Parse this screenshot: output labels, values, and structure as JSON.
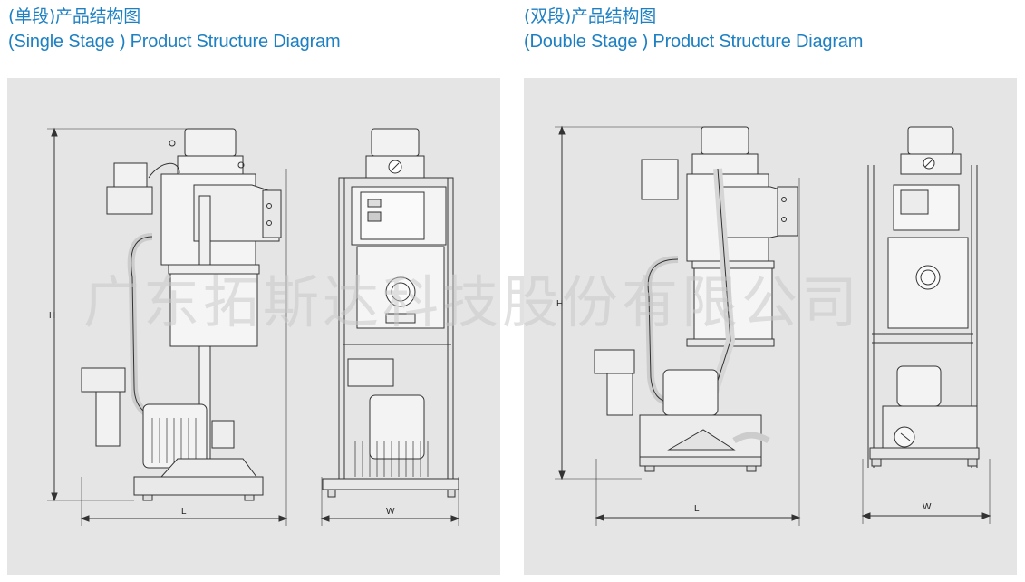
{
  "left": {
    "title_cn": "(单段)产品结构图",
    "title_en": "(Single Stage ) Product Structure Diagram",
    "dim_h": "H",
    "dim_l": "L",
    "dim_w": "W"
  },
  "right": {
    "title_cn": "(双段)产品结构图",
    "title_en": "(Double Stage ) Product Structure Diagram",
    "dim_h": "H",
    "dim_l": "L",
    "dim_w": "W"
  },
  "watermark": "广东拓斯达科技股份有限公司",
  "colors": {
    "title": "#1d80c3",
    "panel": "#e5e5e5",
    "line": "#333333"
  }
}
